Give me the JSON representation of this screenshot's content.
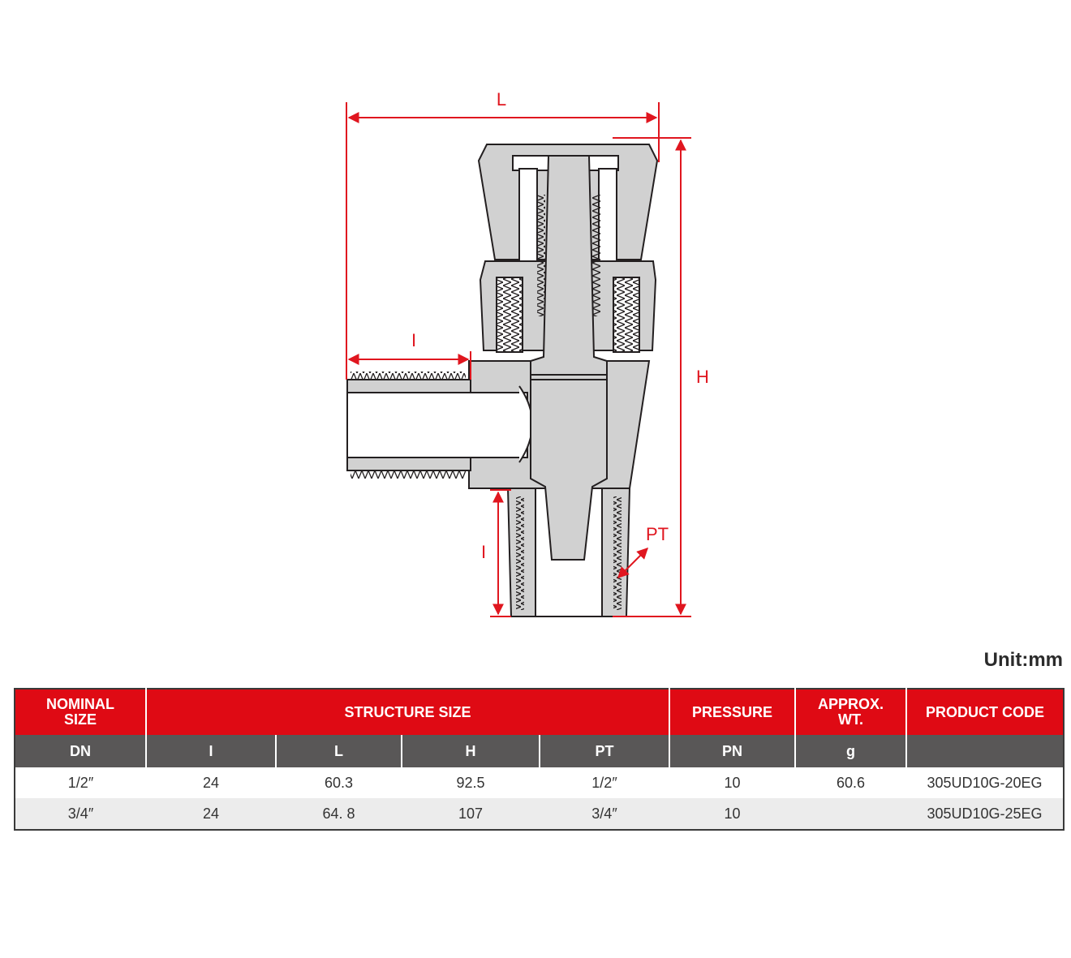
{
  "drawing": {
    "labels": {
      "L": "L",
      "H": "H",
      "I_top": "I",
      "I_side": "I",
      "PT": "PT"
    },
    "colors": {
      "dimension": "#e0161f",
      "body": "#d1d1d1",
      "outline": "#231f20"
    }
  },
  "unit": "Unit:mm",
  "table": {
    "group_headers": {
      "nominal_size": "NOMINAL\nSIZE",
      "structure_size": "STRUCTURE SIZE",
      "pressure": "PRESSURE",
      "approx_wt": "APPROX.\nWT.",
      "product_code": "PRODUCT CODE"
    },
    "sub_headers": [
      "DN",
      "I",
      "L",
      "H",
      "PT",
      "PN",
      "g",
      ""
    ],
    "rows": [
      [
        "1/2″",
        "24",
        "60.3",
        "92.5",
        "1/2″",
        "10",
        "60.6",
        "305UD10G-20EG"
      ],
      [
        "3/4″",
        "24",
        "64. 8",
        "107",
        "3/4″",
        "10",
        "",
        "305UD10G-25EG"
      ]
    ],
    "colors": {
      "header_red": "#df0a14",
      "header_grey": "#595757",
      "row_alt": "#ececec"
    }
  }
}
